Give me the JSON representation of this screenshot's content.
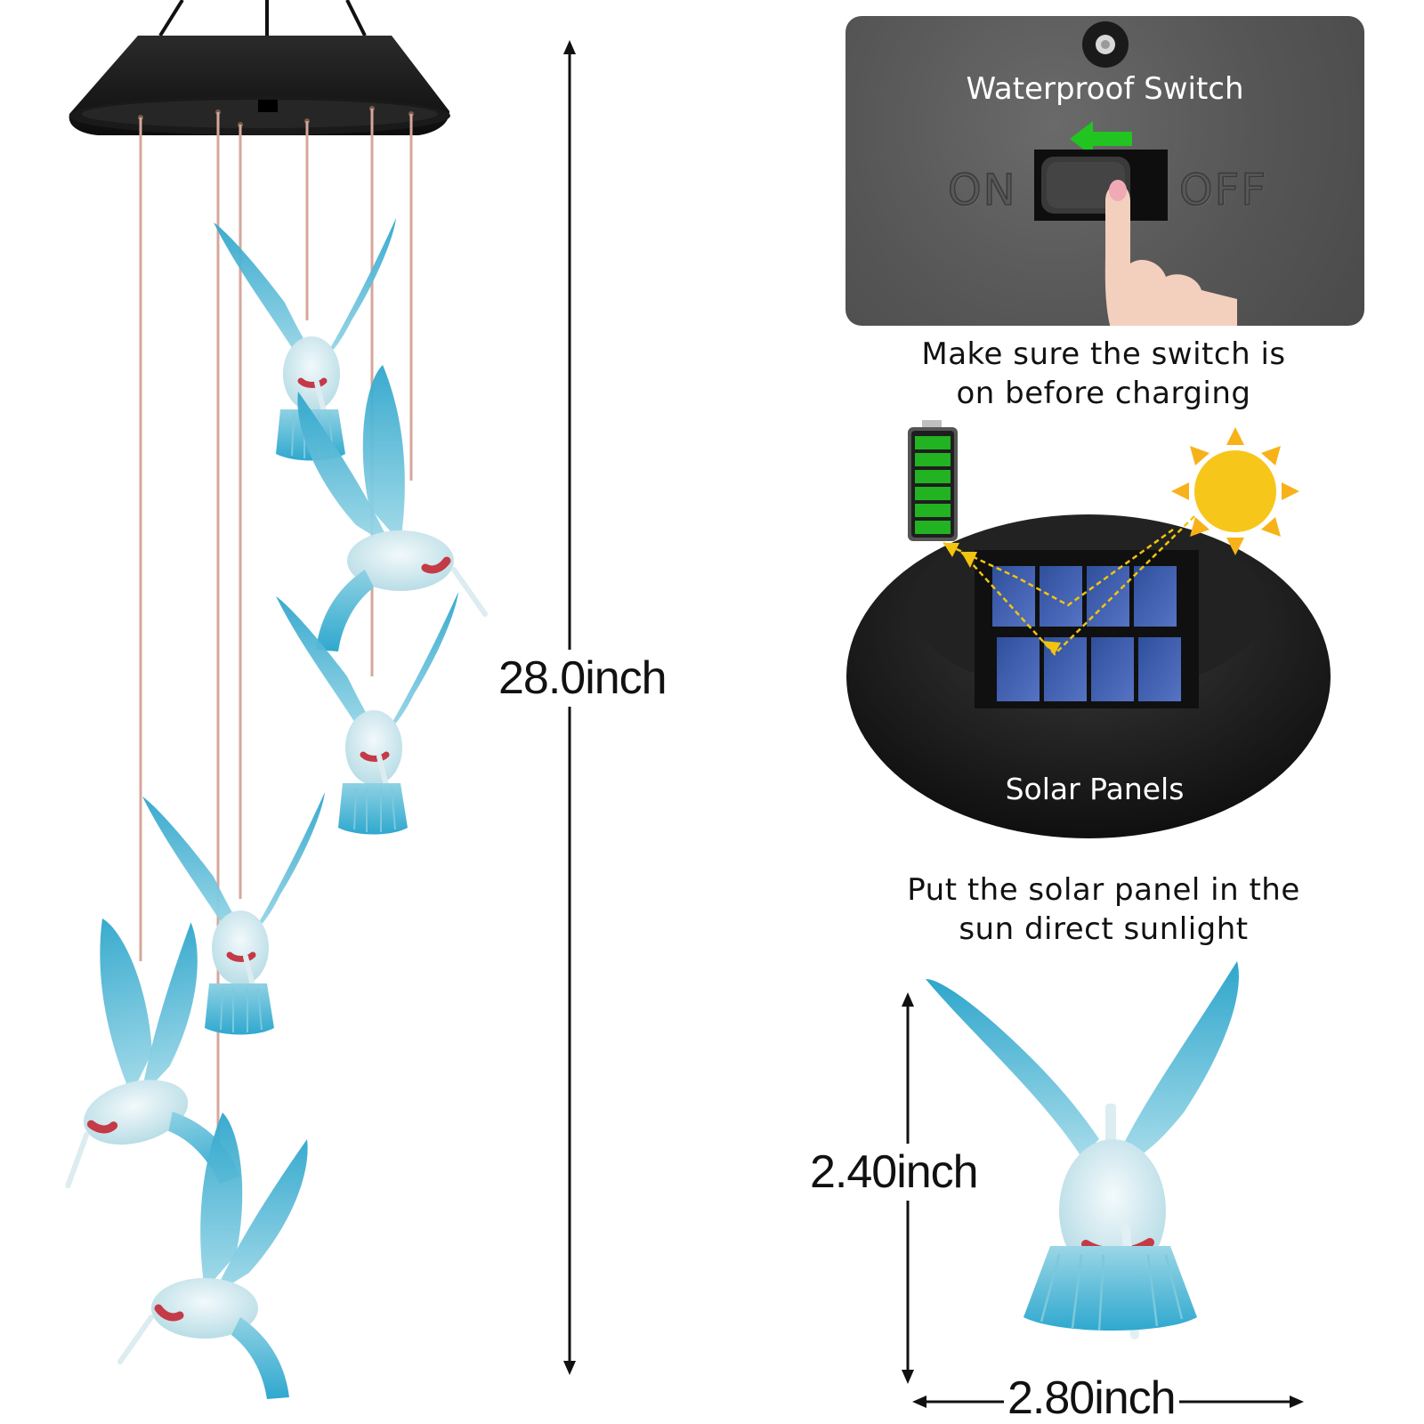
{
  "dimensions": {
    "total_length": "28.0inch",
    "bird_height": "2.40inch",
    "bird_width": "2.80inch"
  },
  "switch_panel": {
    "title": "Waterproof Switch",
    "on_label": "ON",
    "off_label": "OFF"
  },
  "switch_caption": {
    "line1": "Make sure the switch is",
    "line2": "on before charging"
  },
  "solar_label": "Solar Panels",
  "solar_caption": {
    "line1": "Put the solar panel in the",
    "line2": "sun direct sunlight"
  },
  "colors": {
    "bird_blue": "#35b7d6",
    "bird_light": "#bfe6ef",
    "string": "#d9a49a",
    "accent_green": "#22c422",
    "sun": "#f7c61a"
  }
}
